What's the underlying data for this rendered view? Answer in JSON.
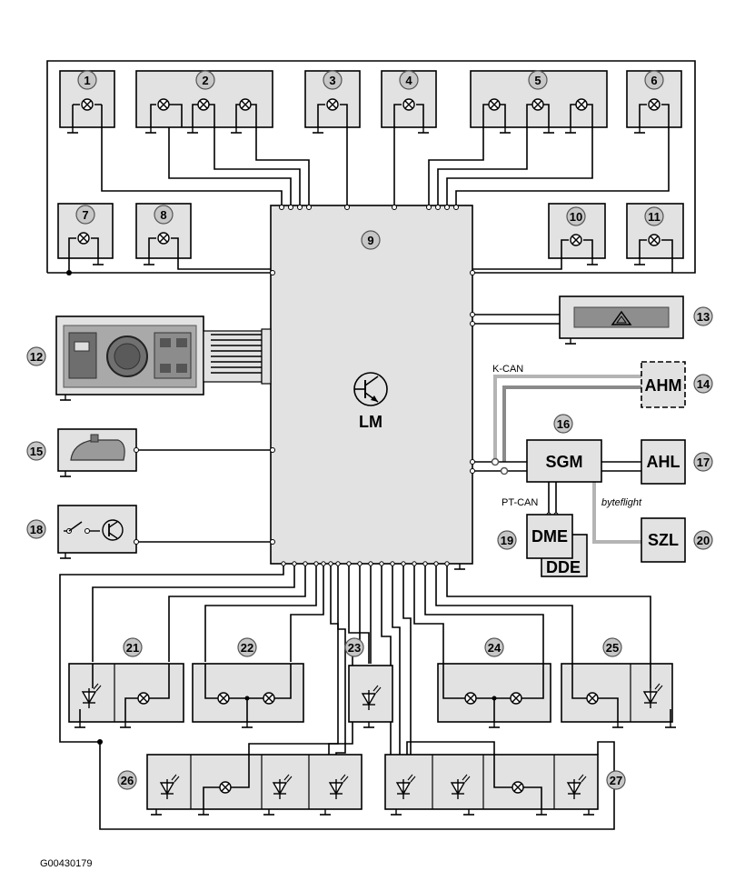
{
  "callouts": [
    "1",
    "2",
    "3",
    "4",
    "5",
    "6",
    "7",
    "8",
    "9",
    "10",
    "11",
    "12",
    "13",
    "14",
    "15",
    "16",
    "17",
    "18",
    "19",
    "20",
    "21",
    "22",
    "23",
    "24",
    "25",
    "26",
    "27"
  ],
  "modules": {
    "lm": "LM",
    "sgm": "SGM",
    "ahm": "AHM",
    "ahl": "AHL",
    "szl": "SZL",
    "dme": "DME",
    "dde": "DDE"
  },
  "bus_labels": {
    "k_can": "K-CAN",
    "pt_can": "PT-CAN",
    "byteflight": "byteflight"
  },
  "reference_code": "G00430179",
  "icons": [
    "lamp-icon",
    "led-icon",
    "transistor-icon",
    "switch-icon",
    "ground-icon",
    "hazard-triangle-icon",
    "light-switch-panel-icon",
    "rear-view-mirror-icon"
  ]
}
